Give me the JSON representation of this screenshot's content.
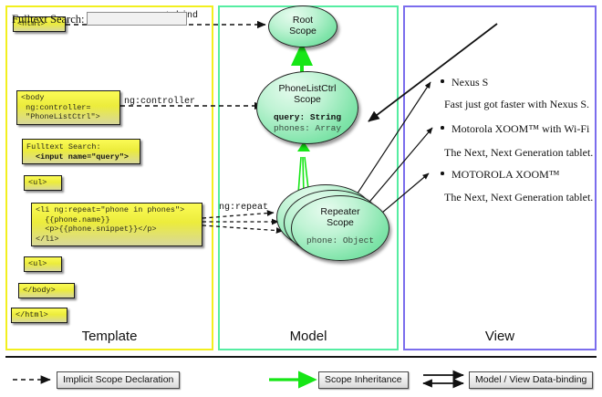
{
  "panels": {
    "template": {
      "label": "Template",
      "border_color": "#f2ef1e"
    },
    "model": {
      "label": "Model",
      "border_color": "#55eda2"
    },
    "view": {
      "label": "View",
      "border_color": "#7b6ded"
    }
  },
  "template_code": {
    "html_open": "<html>",
    "body_open": "<body\n ng:controller=\n \"PhoneListCtrl\">",
    "search_label": "Fulltext Search:",
    "search_input": "<input name=\"query\">",
    "ul_open": "<ul>",
    "li_block_line1": "<li ng:repeat=\"phone in phones\">",
    "li_block_line2": "  {{phone.name}}",
    "li_block_line3": "  <p>{{phone.snippet}}</p>",
    "li_block_line4": "</li>",
    "ul_close": "<ul>",
    "body_close": "</body>",
    "html_close": "</html>"
  },
  "scopes": [
    {
      "name": "root",
      "title_line1": "Root",
      "title_line2": "Scope",
      "props": []
    },
    {
      "name": "phonelistctrl",
      "title_line1": "PhoneListCtrl",
      "title_line2": "Scope",
      "props": [
        {
          "text": "query: String",
          "bold": true
        },
        {
          "text": "phones: Array",
          "bold": false
        }
      ]
    },
    {
      "name": "repeater",
      "title_line1": "Repeater",
      "title_line2": "Scope",
      "props": [
        {
          "text": "phone: Object",
          "bold": false
        }
      ]
    }
  ],
  "edge_labels": {
    "autobind": "ng:autobind",
    "controller": "ng:controller",
    "repeat": "ng:repeat"
  },
  "view": {
    "search_label": "Fulltext Search:",
    "search_value": "",
    "phones": [
      {
        "name": "Nexus S",
        "snippet": "Fast just got faster with Nexus S."
      },
      {
        "name": "Motorola XOOM™  with Wi-Fi",
        "snippet": "The Next, Next Generation tablet."
      },
      {
        "name": "MOTOROLA XOOM™",
        "snippet": "The Next, Next Generation tablet."
      }
    ]
  },
  "legend": [
    {
      "label": "Implicit Scope Declaration",
      "style": "dashed-arrow",
      "color": "#111111"
    },
    {
      "label": "Scope Inheritance",
      "style": "green-arrow",
      "color": "#16e616"
    },
    {
      "label": "Model / View Data-binding",
      "style": "double-arrow",
      "color": "#111111"
    }
  ]
}
